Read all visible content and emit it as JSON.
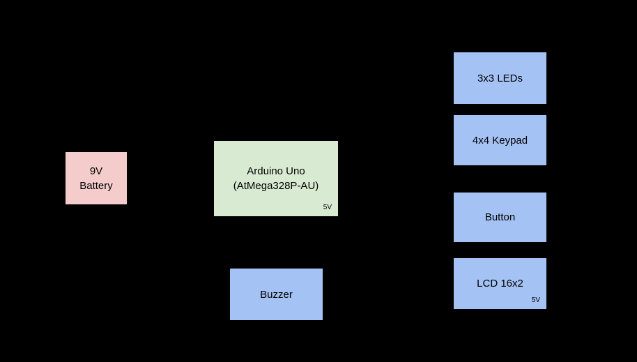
{
  "diagram": {
    "background_color": "#000000",
    "text_color": "#000000",
    "blocks": {
      "battery": {
        "label_line1": "9V",
        "label_line2": "Battery",
        "fill_color": "#f4cccc"
      },
      "arduino": {
        "label_line1": "Arduino Uno",
        "label_line2": "(AtMega328P-AU)",
        "corner_label": "5V",
        "fill_color": "#d9ead3"
      },
      "buzzer": {
        "label": "Buzzer",
        "fill_color": "#a4c2f4"
      },
      "leds": {
        "label": "3x3 LEDs",
        "fill_color": "#a4c2f4"
      },
      "keypad": {
        "label": "4x4 Keypad",
        "fill_color": "#a4c2f4"
      },
      "button": {
        "label": "Button",
        "fill_color": "#a4c2f4"
      },
      "lcd": {
        "label": "LCD 16x2",
        "corner_label": "5V",
        "fill_color": "#a4c2f4"
      }
    }
  }
}
